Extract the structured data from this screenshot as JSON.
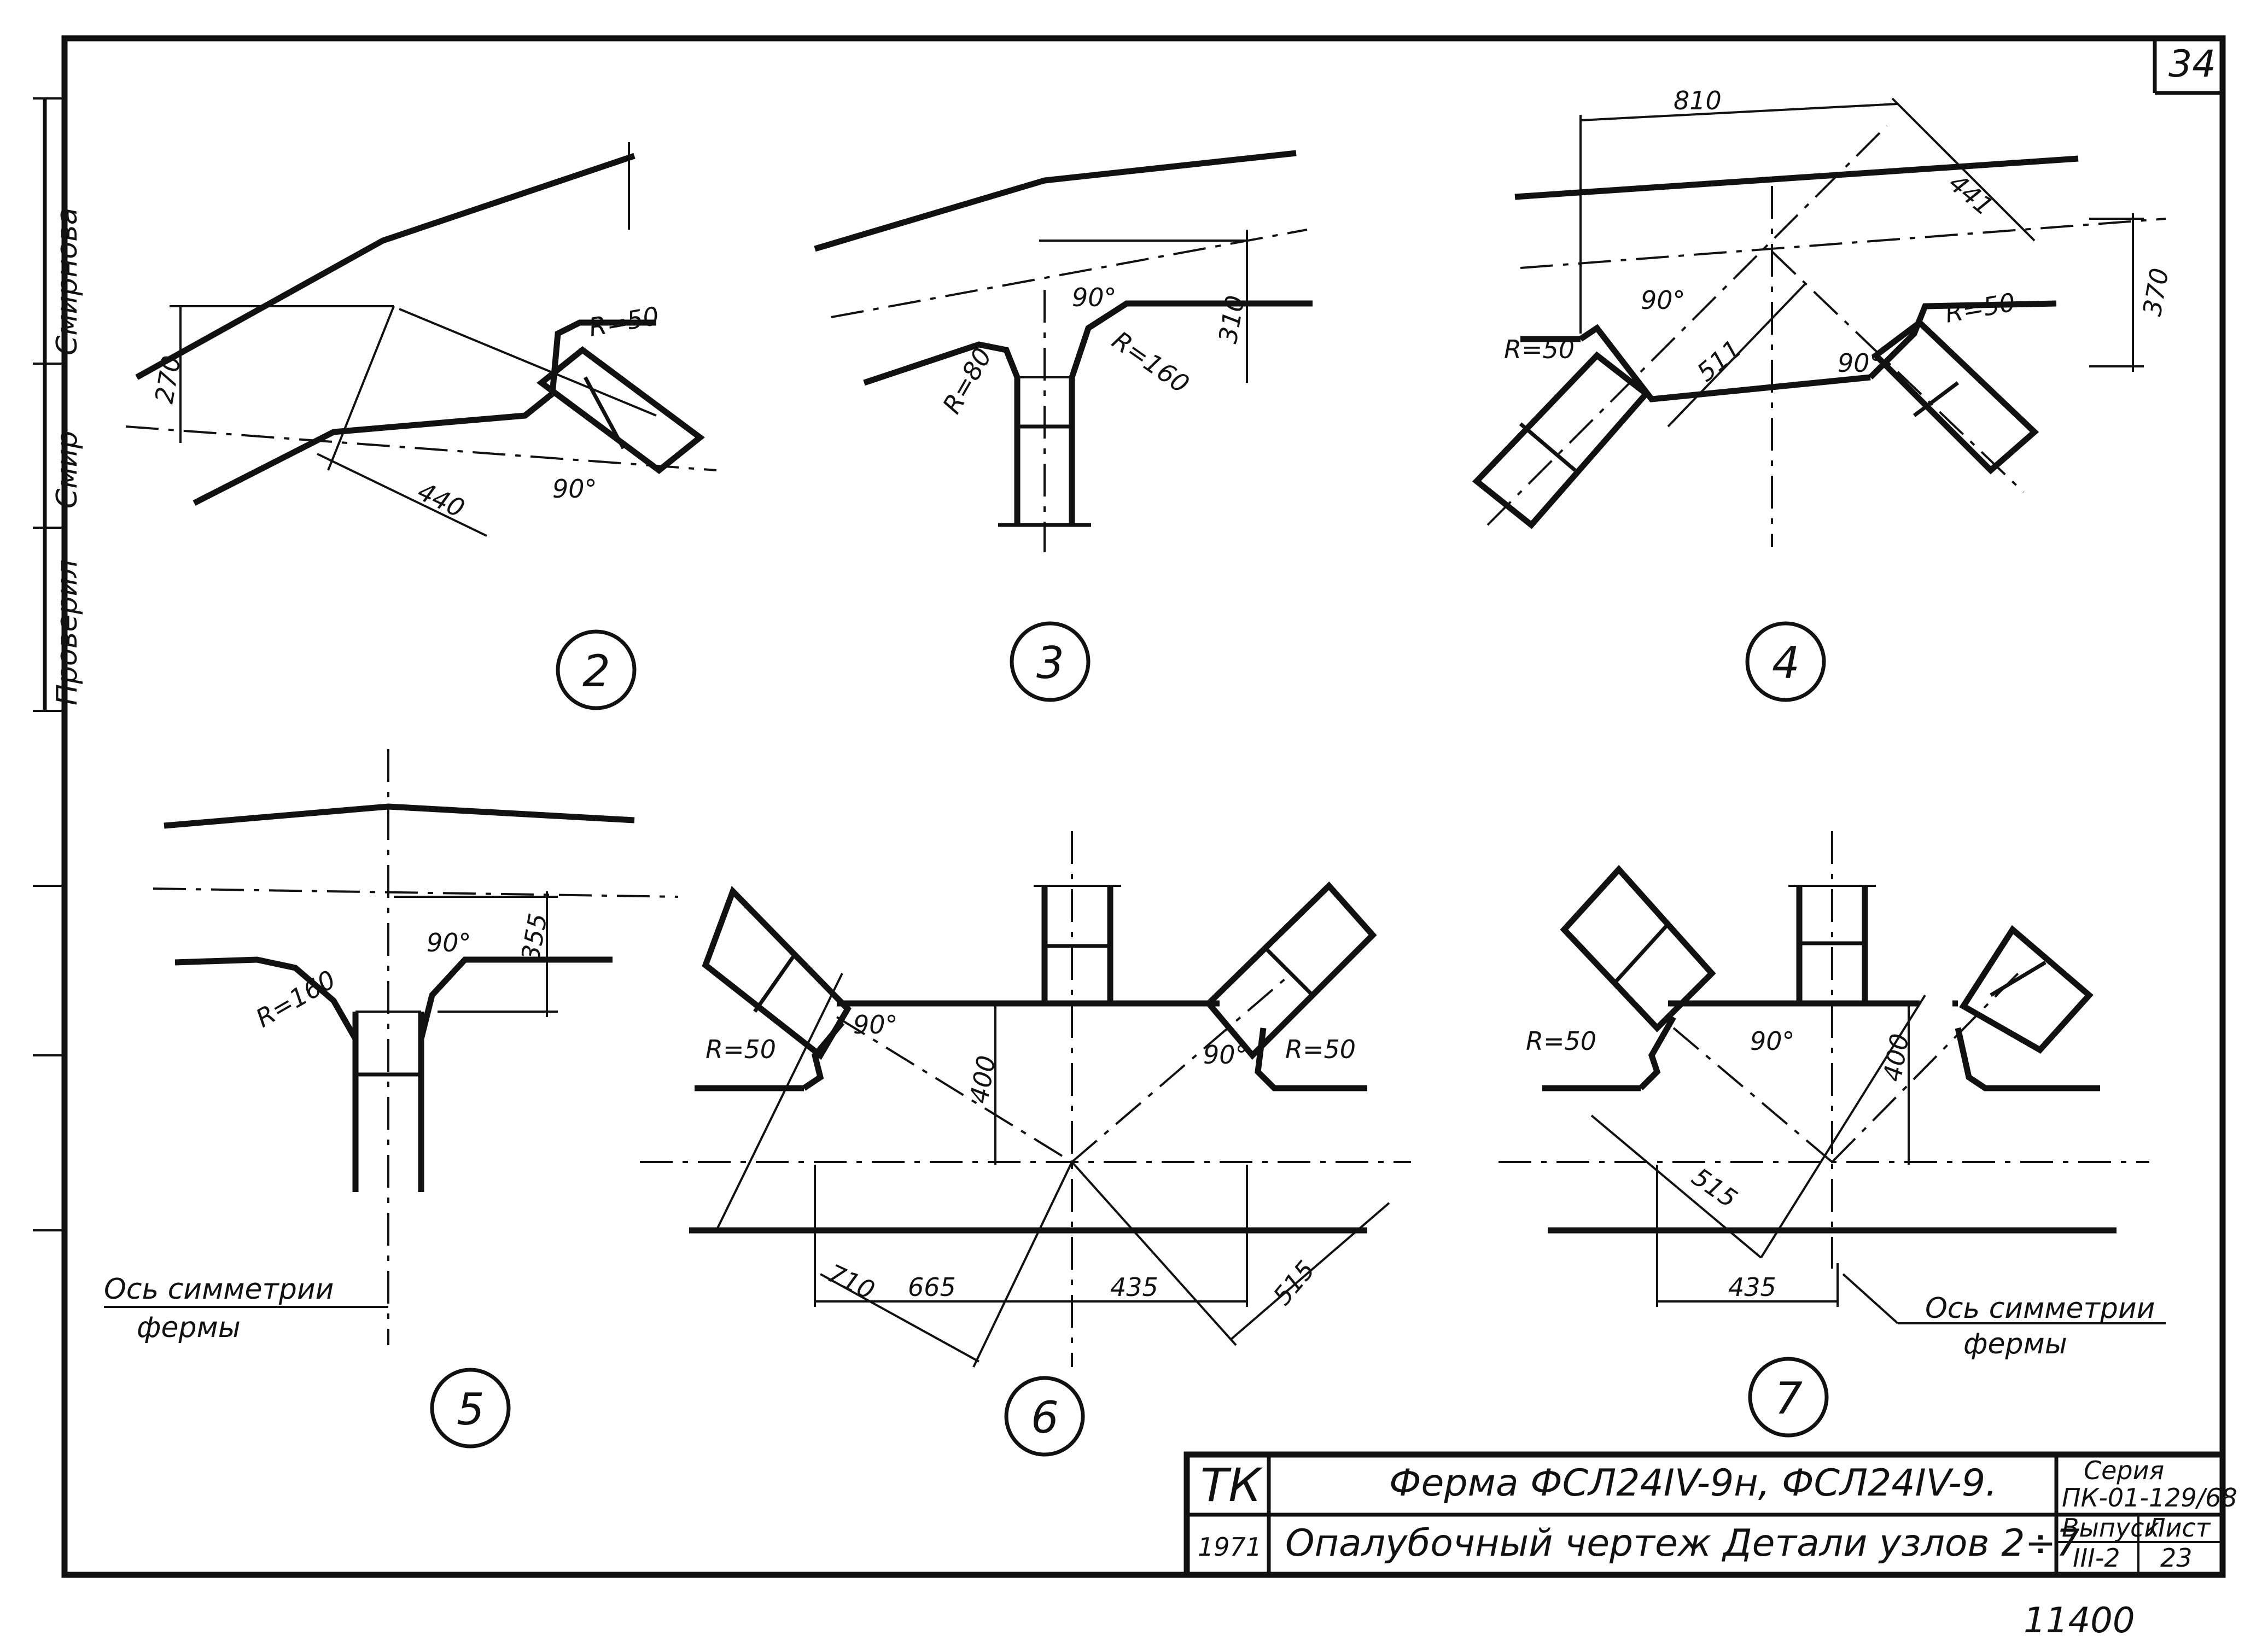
{
  "sheet": {
    "number": "34",
    "bottom_code": "11400",
    "side_labels": [
      "Смирнова",
      "Смир",
      "Проверил"
    ]
  },
  "nodes": [
    {
      "label": "2",
      "dims": [
        "R=50",
        "270",
        "440",
        "90°"
      ]
    },
    {
      "label": "3",
      "dims": [
        "90°",
        "R=80",
        "R=160",
        "310"
      ]
    },
    {
      "label": "4",
      "dims": [
        "810",
        "441",
        "90°",
        "R=50",
        "511",
        "90°",
        "R=50",
        "370"
      ]
    },
    {
      "label": "5",
      "dims": [
        "90°",
        "R=160",
        "355"
      ]
    },
    {
      "label": "6",
      "dims": [
        "90°",
        "R=50",
        "400",
        "90°",
        "R=50",
        "710",
        "665",
        "435",
        "515"
      ]
    },
    {
      "label": "7",
      "dims": [
        "R=50",
        "90°",
        "400",
        "515",
        "435"
      ]
    }
  ],
  "notes": {
    "axis_left": [
      "Ось симметрии",
      "фермы"
    ],
    "axis_right": [
      "Ось симметрии",
      "фермы"
    ]
  },
  "title_block": {
    "org": "ТК",
    "year": "1971",
    "line1": "Ферма ФСЛ24IV-9н, ФСЛ24IV-9.",
    "line2": "Опалубочный чертеж Детали узлов 2÷7",
    "series_label": "Серия",
    "series_value": "ПК-01-129/68",
    "issue_label": "Выпуск",
    "issue_value": "III-2",
    "sheet_label": "Лист",
    "sheet_value": "23"
  }
}
